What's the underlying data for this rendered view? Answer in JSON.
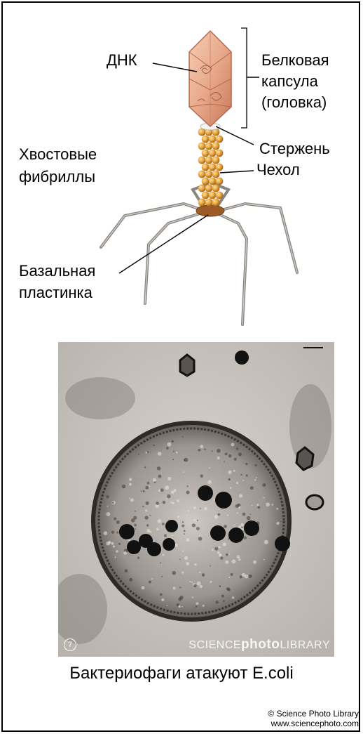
{
  "labels": {
    "dna": "ДНК",
    "capsid_line1": "Белковая",
    "capsid_line2": "капсула",
    "capsid_line3": "(головка)",
    "core": "Стержень",
    "sheath": "Чехол",
    "fibers_line1": "Хвостовые",
    "fibers_line2": "фибриллы",
    "baseplate_line1": "Базальная",
    "baseplate_line2": "пластинка"
  },
  "photo": {
    "watermark_a": "SCIENCE",
    "watermark_b": "photo",
    "watermark_c": "LIBRARY",
    "badge": "7"
  },
  "caption": "Бактериофаги атакуют E.coli",
  "credit_line1": "© Science Photo Library",
  "credit_line2": "www.sciencephoto.com",
  "colors": {
    "capsid": "#e8a98a",
    "sheath": "#e6a23a",
    "fiber": "#8a8580"
  }
}
